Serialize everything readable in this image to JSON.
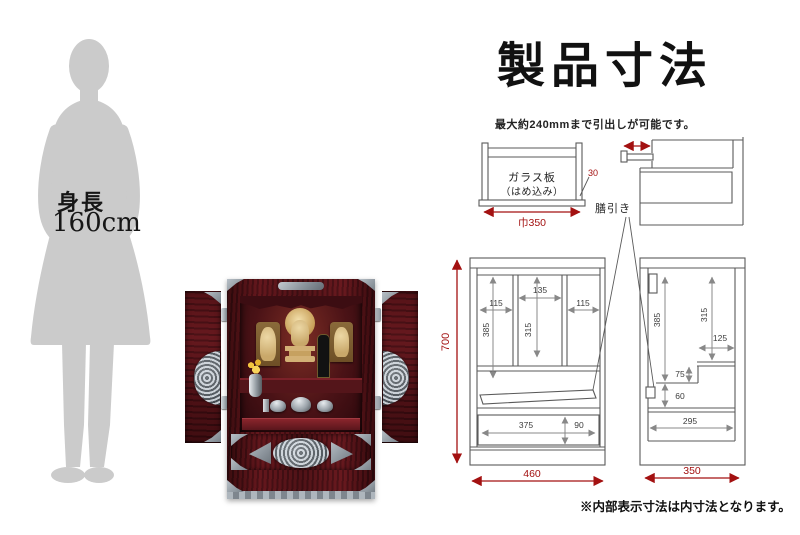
{
  "title": "製品寸法",
  "person": {
    "height_label": "身長",
    "height_value": "160cm"
  },
  "notes": {
    "drawer_note": "最大約240mmまで引出しが可能です。",
    "footnote": "※内部表示寸法は内寸法となります。"
  },
  "glass_diagram": {
    "label_line1": "ガラス板",
    "label_line2": "（はめ込み）",
    "frame_thickness": "30",
    "width_label": "巾350"
  },
  "slide_tray_label": "膳引き",
  "front_view": {
    "height": "700",
    "width": "460",
    "section_widths": [
      "115",
      "135",
      "115"
    ],
    "inner_height_left": "385",
    "inner_height_center": "315",
    "drawer_width": "375",
    "drawer_height": "90"
  },
  "side_view": {
    "inner_height_rear": "385",
    "inner_height_front": "315",
    "shelf_depth": "125",
    "shelf_gap": "75",
    "slide_height": "60",
    "inner_depth": "295",
    "depth": "350"
  },
  "colors": {
    "dimension_red": "#a31111",
    "drawing_line": "#5a5a5a",
    "silhouette_gray": "#cbcbcb",
    "altar_wood": "#4a1216",
    "altar_metal": "#97a0a8"
  }
}
